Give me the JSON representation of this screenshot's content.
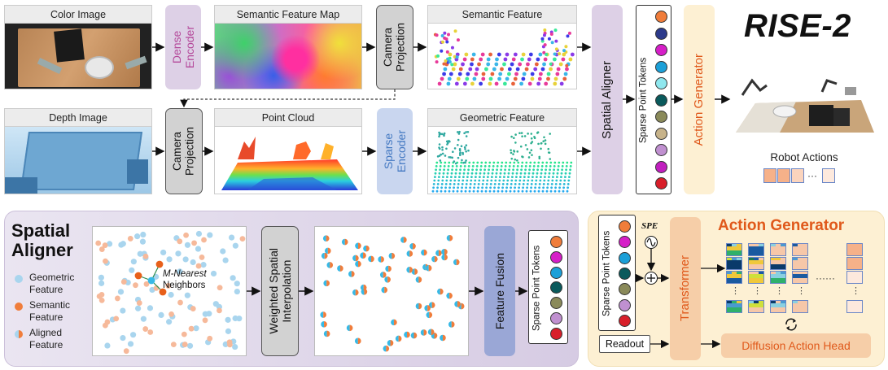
{
  "title": "RISE-2",
  "top": {
    "color_image": {
      "title": "Color Image"
    },
    "depth_image": {
      "title": "Depth Image"
    },
    "dense_encoder": {
      "label": "Dense Encoder",
      "line1": "Dense",
      "line2": "Encoder"
    },
    "camera_projection_top": {
      "line1": "Camera",
      "line2": "Projection"
    },
    "camera_projection_bottom": {
      "line1": "Camera",
      "line2": "Projection"
    },
    "semantic_feature_map": {
      "title": "Semantic Feature Map"
    },
    "point_cloud": {
      "title": "Point Cloud"
    },
    "sparse_encoder": {
      "line1": "Sparse",
      "line2": "Encoder"
    },
    "semantic_feature": {
      "title": "Semantic Feature"
    },
    "geometric_feature": {
      "title": "Geometric Feature"
    },
    "spatial_aligner": {
      "label": "Spatial Aligner"
    },
    "sparse_point_tokens": {
      "label": "Sparse Point Tokens"
    },
    "action_generator": {
      "label": "Action Generator"
    },
    "robot_actions": {
      "label": "Robot Actions",
      "ellipsis": "···"
    }
  },
  "bottom_left": {
    "title_line1": "Spatial",
    "title_line2": "Aligner",
    "legend": [
      {
        "label_line1": "Geometric",
        "label_line2": "Feature",
        "color": "#a9d5ee"
      },
      {
        "label_line1": "Semantic",
        "label_line2": "Feature",
        "color": "#f07d3b"
      },
      {
        "label_line1": "Aligned",
        "label_line2": "Feature",
        "color": "split"
      }
    ],
    "annotation_line1": "M-Nearest",
    "annotation_line2": "Neighbors",
    "weighted_interp_line1": "Weighted Spatial",
    "weighted_interp_line2": "Interpolation",
    "feature_fusion": "Feature Fusion",
    "sparse_point_tokens": "Sparse Point Tokens"
  },
  "bottom_right": {
    "title": "Action Generator",
    "sparse_point_tokens": "Sparse Point Tokens",
    "spe": "SPE",
    "transformer": "Transformer",
    "readout": "Readout",
    "diffusion_head": "Diffusion Action Head",
    "dots_h": "······",
    "dots_v": "⋮"
  },
  "colors": {
    "lavender": "#ddd0e6",
    "gray_box": "#d2d2d2",
    "peach": "#f6cea8",
    "cream": "#fdf0d3",
    "blue_box": "#c9d6ef",
    "feature_fusion": "#9aa7d6",
    "semantic_orange": "#f07d3b",
    "geometric_blue": "#a9d5ee",
    "spatial_title": "#111111",
    "action_title": "#e0591b",
    "dense_text": "#b4489a",
    "sparse_text": "#4479c2"
  },
  "token_colors_top": [
    "#f07d3b",
    "#2c3a8a",
    "#d61fc8",
    "#1ca0d8",
    "#8fe7ee",
    "#0a5a5c",
    "#8a8a5a",
    "#c7b38a",
    "#c090d0",
    "#c11fbf",
    "#d81f2a"
  ],
  "token_colors_bottom": [
    "#f07d3b",
    "#d61fc8",
    "#1ca0d8",
    "#0a5a5c",
    "#8a8a5a",
    "#c090d0",
    "#d81f2a"
  ],
  "token_colors_action": [
    "#f07d3b",
    "#d61fc8",
    "#1ca0d8",
    "#0a5a5c",
    "#8a8a5a",
    "#c090d0",
    "#d81f2a"
  ]
}
